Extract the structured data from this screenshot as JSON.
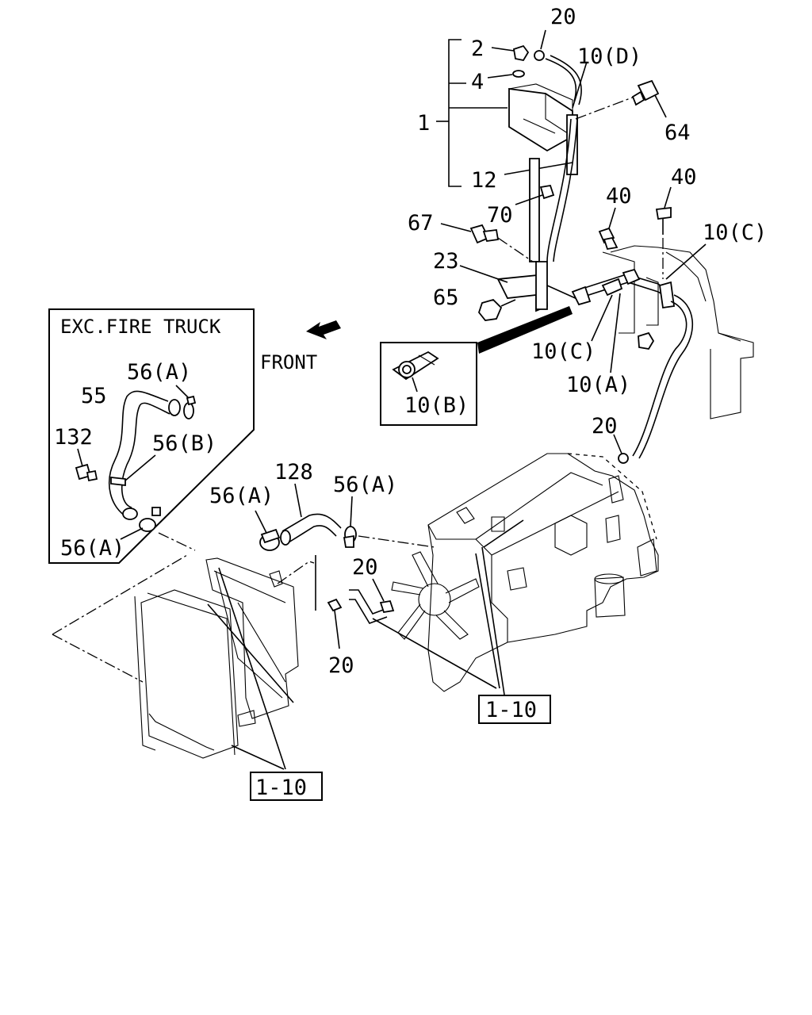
{
  "callouts": {
    "c20_top": "20",
    "c2": "2",
    "c4": "4",
    "c1": "1",
    "c10d": "10(D)",
    "c64": "64",
    "c12": "12",
    "c70": "70",
    "c67": "67",
    "c40_a": "40",
    "c40_b": "40",
    "c10c_right": "10(C)",
    "c23": "23",
    "c65": "65",
    "c10c_mid": "10(C)",
    "c10a": "10(A)",
    "c10b": "10(B)",
    "front": "FRONT",
    "c20_mid": "20",
    "c128": "128",
    "c56a_hose_left": "56(A)",
    "c56a_hose_right": "56(A)",
    "c20_low_a": "20",
    "c20_low_b": "20",
    "ref_engine": "1-10",
    "ref_radiator": "1-10"
  },
  "inset": {
    "title": "EXC.FIRE TRUCK",
    "c56a_top": "56(A)",
    "c55": "55",
    "c132": "132",
    "c56b": "56(B)",
    "c56a_bottom": "56(A)"
  }
}
